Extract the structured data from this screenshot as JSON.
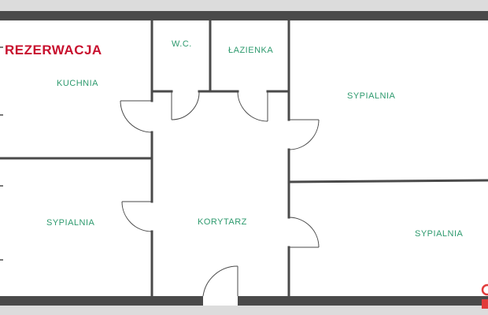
{
  "stamp": {
    "text": "REZERWACJA",
    "color": "#c8102e"
  },
  "rooms": {
    "kitchen": "KUCHNIA",
    "wc": "W.C.",
    "bathroom": "ŁAZIENKA",
    "bedroom_top_right": "SYPIALNIA",
    "bedroom_left": "SYPIALNIA",
    "corridor": "KORYTARZ",
    "bedroom_bottom_right": "SYPIALNIA"
  },
  "colors": {
    "wall": "#4a4a4a",
    "label": "#2e9a6e",
    "outer_band": "#dcdcdc",
    "logo": "#e23b3b"
  },
  "logo": {
    "icon": "agency-logo-icon"
  }
}
